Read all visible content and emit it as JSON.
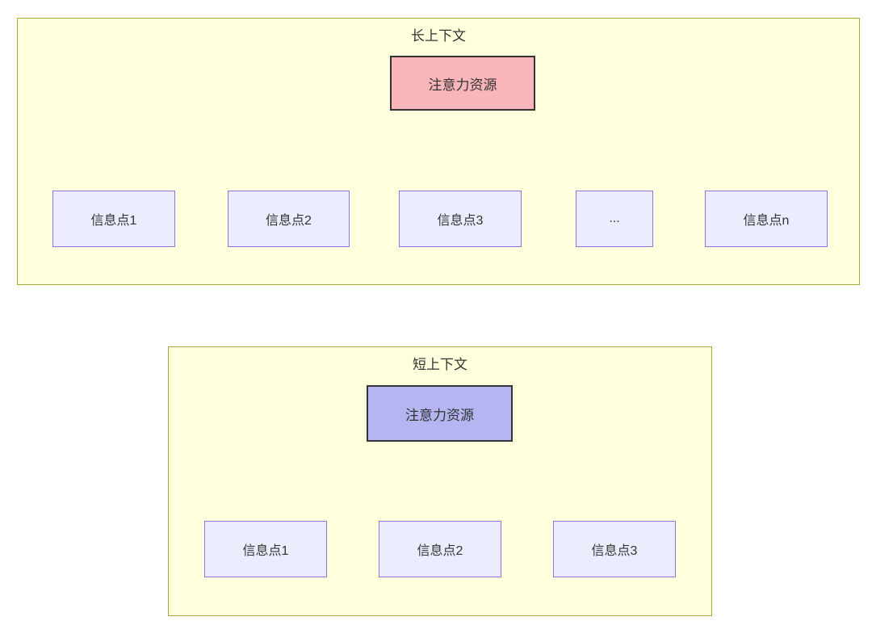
{
  "diagram": {
    "type": "flowchart",
    "clusters": [
      {
        "id": "long-context",
        "title": "长上下文",
        "attention_node": {
          "label": "注意力资源",
          "fill": "#f9b5ba",
          "border": "#333333"
        },
        "info_nodes": [
          {
            "label": "信息点1"
          },
          {
            "label": "信息点2"
          },
          {
            "label": "信息点3"
          },
          {
            "label": "..."
          },
          {
            "label": "信息点n"
          }
        ]
      },
      {
        "id": "short-context",
        "title": "短上下文",
        "attention_node": {
          "label": "注意力资源",
          "fill": "#b5b5f2",
          "border": "#333333"
        },
        "info_nodes": [
          {
            "label": "信息点1"
          },
          {
            "label": "信息点2"
          },
          {
            "label": "信息点3"
          }
        ]
      }
    ],
    "colors": {
      "cluster_fill": "#ffffde",
      "cluster_border": "#aaaa33",
      "info_node_fill": "#ececff",
      "info_node_border": "#9370db",
      "edge_color": "#333333",
      "text_color": "#333333",
      "page_background": "#ffffff"
    }
  }
}
